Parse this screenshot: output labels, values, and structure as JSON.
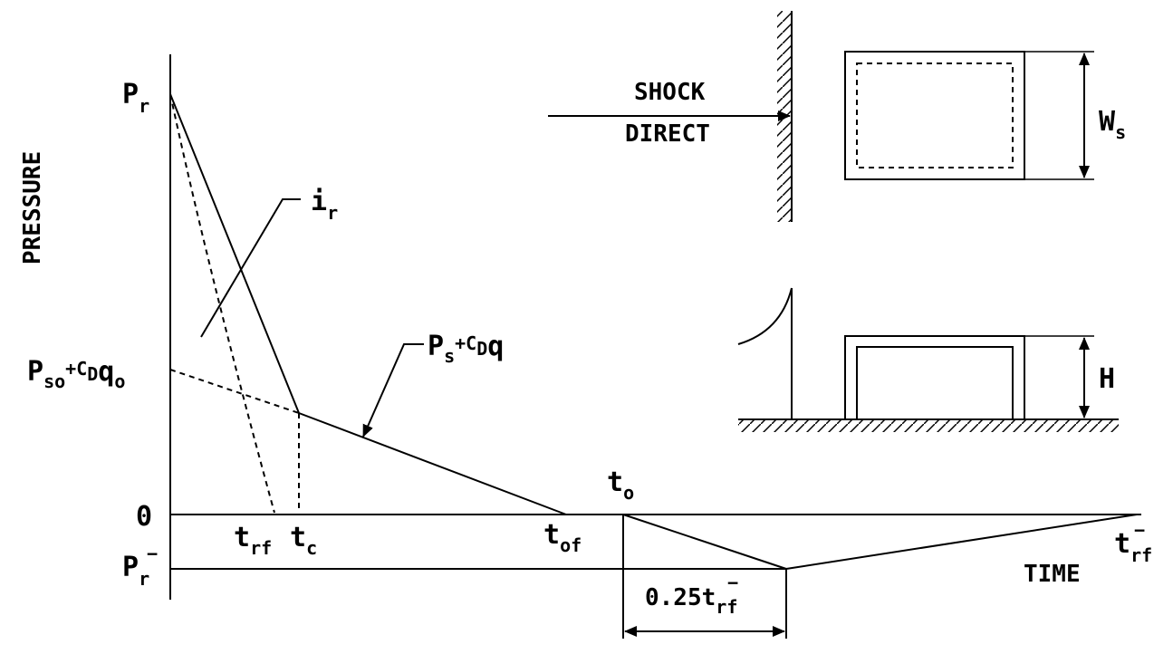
{
  "axes": {
    "y_label": "PRESSURE",
    "x_label": "TIME"
  },
  "labels": {
    "pr_main": "P",
    "pr_sub": "r",
    "ir_main": "i",
    "ir_sub": "r",
    "pso_main": "P",
    "pso_sub": "so",
    "pso_plus": "+C",
    "pso_d": "D",
    "pso_q": "q",
    "pso_qsub": "o",
    "ps_main": "P",
    "ps_sub": "s",
    "ps_plus": "+C",
    "ps_d": "D",
    "ps_q": "q",
    "zero": "0",
    "trf_main": "t",
    "trf_sub": "rf",
    "tc_main": "t",
    "tc_sub": "c",
    "tof_main": "t",
    "tof_sub": "of",
    "to_main": "t",
    "to_sub": "o",
    "prneg_main": "P",
    "prneg_sub": "r",
    "prneg_sup": "−",
    "trfneg_main": "t",
    "trfneg_sub": "rf",
    "trfneg_sup": "−",
    "quarter_main": "0.25t",
    "quarter_sub": "rf",
    "quarter_sup": "−",
    "shock": "SHOCK",
    "direct": "DIRECT",
    "ws_main": "W",
    "ws_sub": "s",
    "h": "H"
  }
}
